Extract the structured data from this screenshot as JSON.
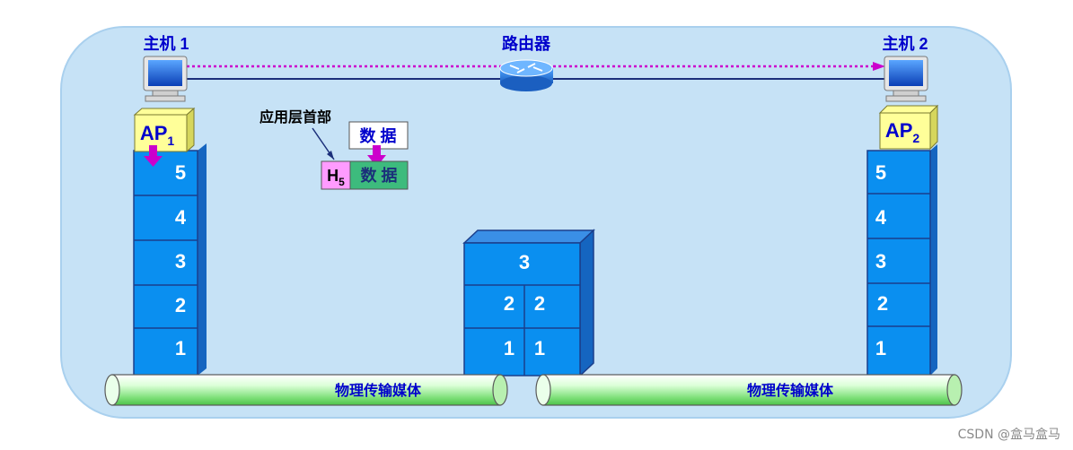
{
  "hosts": {
    "host1": {
      "label": "主机 1",
      "ap": "AP",
      "ap_sub": "1"
    },
    "host2": {
      "label": "主机 2",
      "ap": "AP",
      "ap_sub": "2"
    }
  },
  "router": {
    "label": "路由器"
  },
  "annotation": {
    "app_header": "应用层首部",
    "data_label": "数 据",
    "header_main": "H",
    "header_sub": "5",
    "data_label_green": "数 据"
  },
  "stacks": {
    "host1_layers": [
      "5",
      "4",
      "3",
      "2",
      "1"
    ],
    "host2_layers": [
      "5",
      "4",
      "3",
      "2",
      "1"
    ],
    "router_top": "3",
    "router_layer2": [
      "2",
      "2"
    ],
    "router_layer1": [
      "1",
      "1"
    ]
  },
  "medium": {
    "left": "物理传输媒体",
    "right": "物理传输媒体"
  },
  "watermark": "CSDN @盒马盒马",
  "colors": {
    "panel": "#c6e2f6",
    "stack_blue": "#0a8ff0",
    "stack_border": "#1b3f8c",
    "ap_yellow": "#ffff99",
    "arrow_magenta": "#cc00cc",
    "label_blue": "#0000cc",
    "green_data": "#3dbb7d",
    "pink_header": "#ff9bff"
  },
  "icons": [
    "computer-icon",
    "router-icon"
  ]
}
